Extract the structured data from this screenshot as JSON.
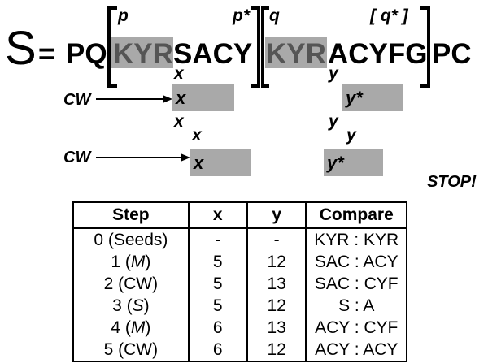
{
  "diagram": {
    "S": "S",
    "equals": "=",
    "prefix": "PQ",
    "seed": "KYR",
    "left_rest": "SACY",
    "right_rest": "ACYFG",
    "suffix": "PC",
    "p": "p",
    "p_star": "p*",
    "q": "q",
    "q_star": "[ q* ]",
    "x": "x",
    "y": "y",
    "y_star": "y*",
    "cw": "CW",
    "stop": "STOP!"
  },
  "table": {
    "headers": [
      "Step",
      "x",
      "y",
      "Compare"
    ],
    "rows": [
      {
        "step": "0 (Seeds)",
        "step_num": "",
        "step_op": "",
        "step_italic": false,
        "x": "-",
        "y": "-",
        "compare": "KYR : KYR"
      },
      {
        "step": "",
        "step_num": "1",
        "step_op": "M",
        "step_italic": true,
        "x": "5",
        "y": "12",
        "compare": "SAC : ACY"
      },
      {
        "step": "",
        "step_num": "2",
        "step_op": "CW",
        "step_italic": false,
        "x": "5",
        "y": "13",
        "compare": "SAC : CYF"
      },
      {
        "step": "",
        "step_num": "3",
        "step_op": "S",
        "step_italic": true,
        "x": "5",
        "y": "12",
        "compare": "S : A"
      },
      {
        "step": "",
        "step_num": "4",
        "step_op": "M",
        "step_italic": true,
        "x": "6",
        "y": "13",
        "compare": "ACY : CYF"
      },
      {
        "step": "",
        "step_num": "5",
        "step_op": "CW",
        "step_italic": false,
        "x": "6",
        "y": "12",
        "compare": "ACY : ACY"
      }
    ]
  }
}
